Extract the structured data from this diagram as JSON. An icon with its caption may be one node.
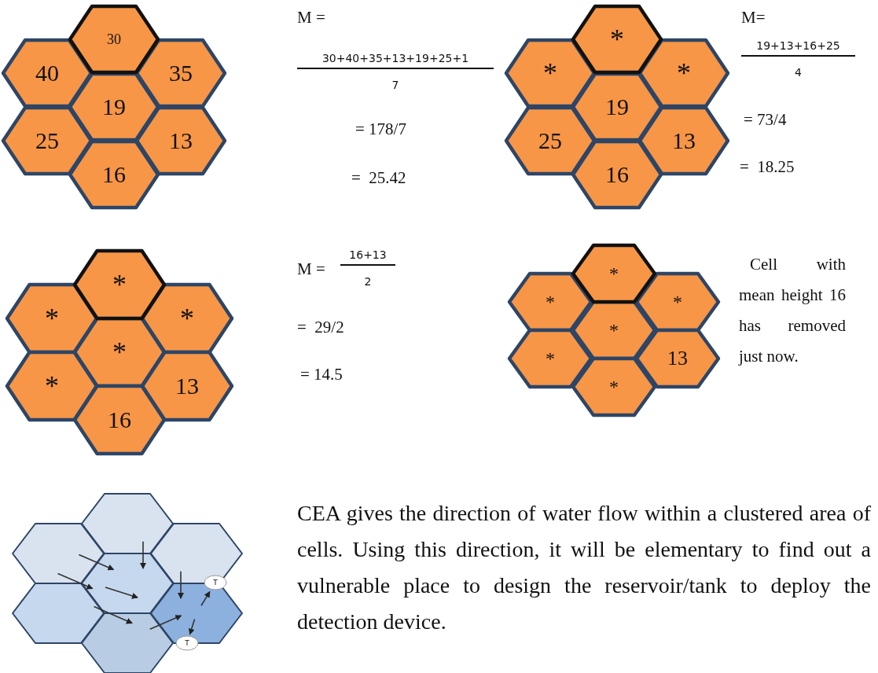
{
  "diagram": {
    "nodes": [
      {
        "text": [
          "30"
        ]
      },
      {
        "text": [
          "40"
        ]
      },
      {
        "text": [
          "35"
        ]
      },
      {
        "text": [
          "19"
        ]
      },
      {
        "text": [
          "25"
        ]
      },
      {
        "text": [
          "13"
        ]
      },
      {
        "text": [
          "16"
        ]
      },
      {
        "text": [
          "*"
        ]
      },
      {
        "text": [
          "*"
        ]
      },
      {
        "text": [
          "*"
        ]
      },
      {
        "text": [
          "19"
        ]
      },
      {
        "text": [
          "25"
        ]
      },
      {
        "text": [
          "13"
        ]
      },
      {
        "text": [
          "16"
        ]
      },
      {
        "text": [
          "*"
        ]
      },
      {
        "text": [
          "*"
        ]
      },
      {
        "text": [
          "*"
        ]
      },
      {
        "text": [
          "*"
        ]
      },
      {
        "text": [
          "*"
        ]
      },
      {
        "text": [
          "13"
        ]
      },
      {
        "text": [
          "16"
        ]
      },
      {
        "text": [
          "*"
        ]
      },
      {
        "text": [
          "*"
        ]
      },
      {
        "text": [
          "*"
        ]
      },
      {
        "text": [
          "*"
        ]
      },
      {
        "text": [
          "*"
        ]
      },
      {
        "text": [
          "13"
        ]
      },
      {
        "text": [
          "*"
        ]
      },
      {
        "text": [],
        "shape": "hexagon"
      },
      {
        "text": [],
        "shape": "hexagon"
      },
      {
        "text": [],
        "shape": "hexagon"
      },
      {
        "text": [],
        "shape": "hexagon"
      },
      {
        "text": [],
        "shape": "hexagon"
      },
      {
        "text": [],
        "shape": "hexagon"
      },
      {
        "text": [],
        "shape": "hexagon"
      },
      {
        "text": [
          "T"
        ]
      },
      {
        "text": [
          "T"
        ]
      }
    ],
    "edges": [
      {
        "from": 29,
        "to": 31,
        "arrow": "to"
      },
      {
        "from": 28,
        "to": 31,
        "arrow": "to"
      },
      {
        "from": 30,
        "to": 33,
        "arrow": "to"
      },
      {
        "from": 29,
        "to": 31,
        "arrow": "to"
      },
      {
        "from": 33,
        "to": 35,
        "arrow": "to"
      },
      {
        "from": 32,
        "to": 34,
        "arrow": "to"
      },
      {
        "from": 34,
        "to": 33,
        "arrow": "to"
      },
      {
        "from": 33,
        "to": 36,
        "arrow": "to"
      }
    ],
    "labels": [
      "M =",
      "30+40+35+13+19+25+1",
      "7",
      "= 178/7",
      "=  25.42",
      "M=",
      "19+13+16+25",
      "4",
      "= 73/4",
      "=  18.25",
      "M =",
      "16+13",
      "2",
      "=  29/2",
      "= 14.5",
      "Cell with mean height 16 has removed just now.",
      "CEA gives the direction of water flow within a clustered area of cells. Using this direction, it will be elementary to find out a vulnerable place to design the reservoir/tank to deploy the detection device."
    ]
  }
}
